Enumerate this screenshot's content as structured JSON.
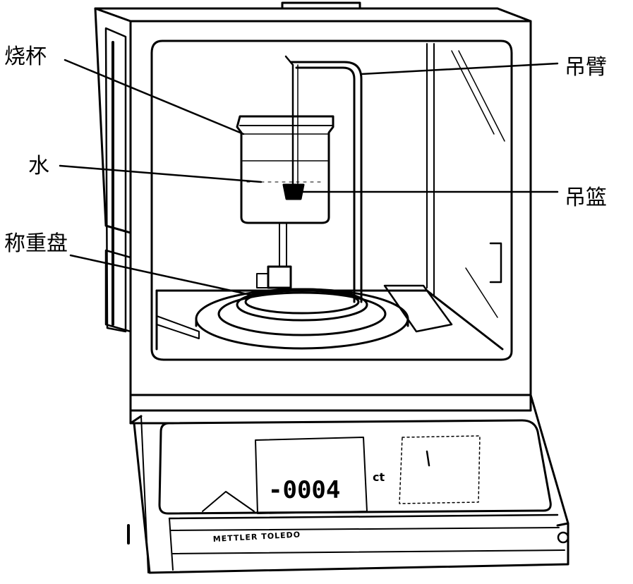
{
  "labels": {
    "beaker": "烧杯",
    "water": "水",
    "weighing_pan": "称重盘",
    "hanging_arm": "吊臂",
    "hanging_basket": "吊篮"
  },
  "display": {
    "reading": "-0004",
    "unit": "ct"
  },
  "brand": "METTLER TOLEDO",
  "colors": {
    "ink": "#000000",
    "paper": "#ffffff"
  }
}
